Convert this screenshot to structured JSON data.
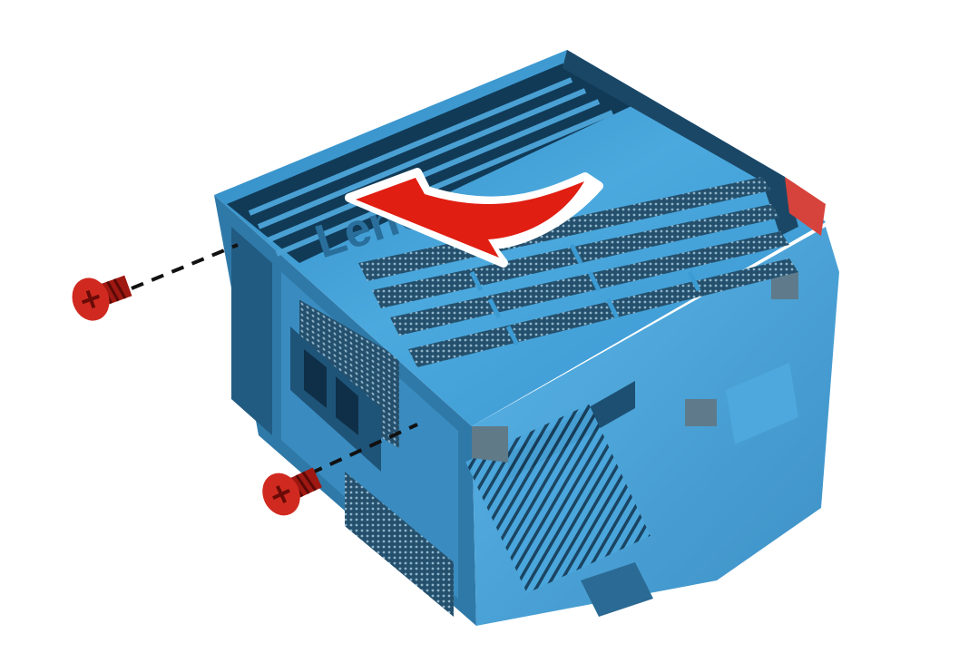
{
  "scene": {
    "subject": "computer-case",
    "logo_text": "Leno",
    "colors": {
      "background": "#ffffff",
      "case_top": "#3d9fd6",
      "case_side": "#5fb3e3",
      "case_dark": "#1c4f72",
      "vent": "#0b2b42",
      "mesh": "#6f95ad",
      "arrow": "#e01e12",
      "screw": "#c0201a",
      "accent": "#d6433c"
    },
    "icons": [
      "curved-arrow-icon",
      "screw-icon",
      "dashed-guide-line"
    ]
  }
}
